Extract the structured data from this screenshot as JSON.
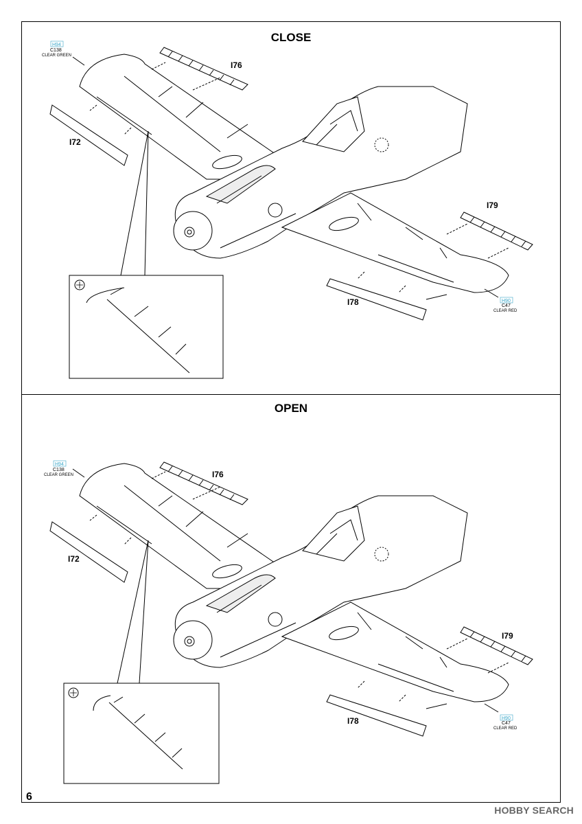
{
  "page_number": "6",
  "watermark": "HOBBY SEARCH",
  "panels": {
    "close": {
      "title": "CLOSE",
      "parts": {
        "left_flap": "I72",
        "left_radiator": "I76",
        "right_radiator": "I79",
        "right_flap": "I78"
      },
      "paint_left": {
        "code1": "H94",
        "code2": "C138",
        "name": "CLEAR GREEN"
      },
      "paint_right": {
        "code1": "H90",
        "code2": "C47",
        "name": "CLEAR RED"
      }
    },
    "open": {
      "title": "OPEN",
      "parts": {
        "left_flap": "I72",
        "left_radiator": "I76",
        "right_radiator": "I79",
        "right_flap": "I78"
      },
      "paint_left": {
        "code1": "H94",
        "code2": "C138",
        "name": "CLEAR GREEN"
      },
      "paint_right": {
        "code1": "H90",
        "code2": "C47",
        "name": "CLEAR RED"
      }
    }
  }
}
